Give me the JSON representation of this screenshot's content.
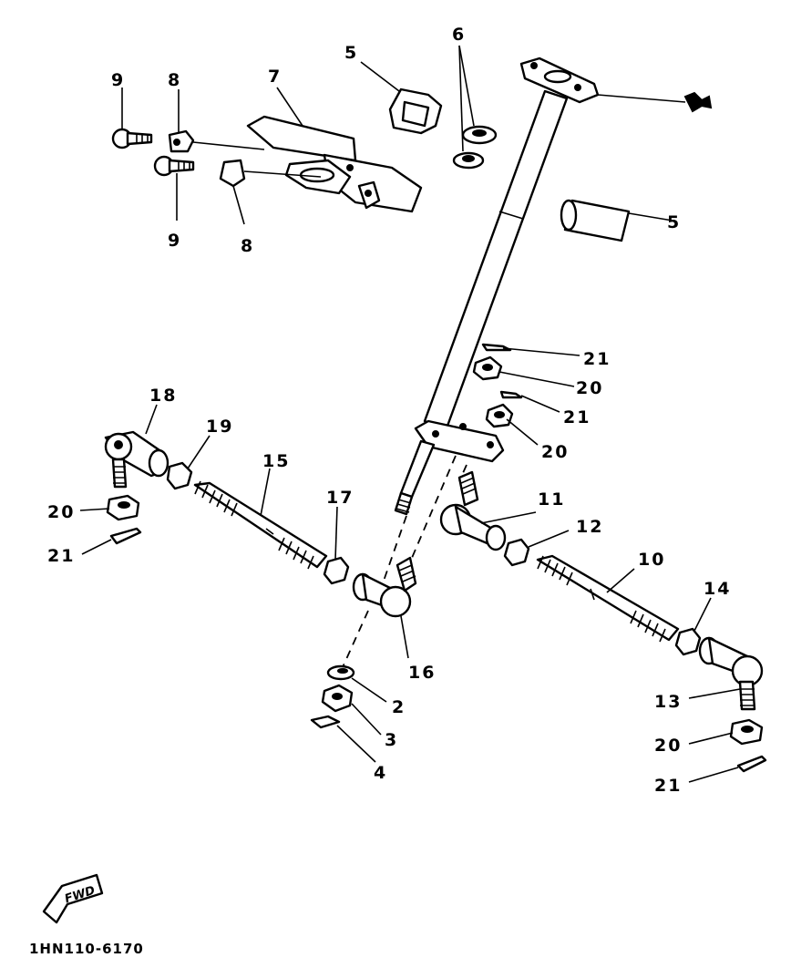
{
  "diagram": {
    "callouts": [
      "5",
      "6",
      "7",
      "8",
      "9",
      "9",
      "8",
      "5",
      "21",
      "20",
      "21",
      "20",
      "18",
      "19",
      "15",
      "17",
      "20",
      "21",
      "11",
      "12",
      "10",
      "14",
      "16",
      "2",
      "3",
      "4",
      "13",
      "20",
      "21"
    ],
    "fwd_label": "FWD",
    "drawing_code": "1HN110-6170"
  }
}
